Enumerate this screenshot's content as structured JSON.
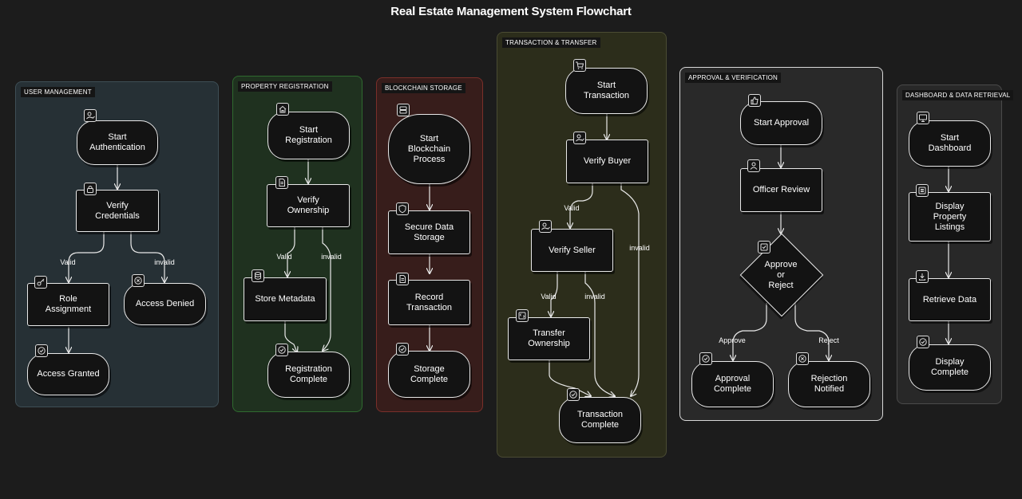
{
  "title": "Real Estate Management System Flowchart",
  "colors": {
    "background": "#1c1c1c",
    "user_management": "#283338",
    "property_registration": "#1f3320",
    "blockchain_storage": "#3a1e1c",
    "transaction_transfer": "#2e2f1c",
    "approval_verification": "#2a2a2a",
    "dashboard": "#2a2a2a"
  },
  "groups": {
    "user": "USER MANAGEMENT",
    "property": "PROPERTY REGISTRATION",
    "blockchain": "BLOCKCHAIN STORAGE",
    "transaction": "TRANSACTION & TRANSFER",
    "approval": "APPROVAL & VERIFICATION",
    "dashboard": "DASHBOARD & DATA RETRIEVAL"
  },
  "nodes": {
    "start_auth": "Start\nAuthentication",
    "verify_credentials": "Verify\nCredentials",
    "role_assignment": "Role\nAssignment",
    "access_denied": "Access Denied",
    "access_granted": "Access Granted",
    "start_registration": "Start\nRegistration",
    "verify_ownership": "Verify\nOwnership",
    "store_metadata": "Store Metadata",
    "registration_complete": "Registration\nComplete",
    "start_blockchain": "Start\nBlockchain\nProcess",
    "secure_storage": "Secure Data\nStorage",
    "record_transaction": "Record\nTransaction",
    "storage_complete": "Storage\nComplete",
    "start_transaction": "Start\nTransaction",
    "verify_buyer": "Verify Buyer",
    "verify_seller": "Verify Seller",
    "transfer_ownership": "Transfer\nOwnership",
    "transaction_complete": "Transaction\nComplete",
    "start_approval": "Start Approval",
    "officer_review": "Officer Review",
    "approve_reject": "Approve\nor\nReject",
    "approval_complete": "Approval\nComplete",
    "rejection_notified": "Rejection\nNotified",
    "start_dashboard": "Start\nDashboard",
    "display_listings": "Display\nProperty\nListings",
    "retrieve_data": "Retrieve Data",
    "display_complete": "Display\nComplete"
  },
  "edge_labels": {
    "valid": "Valid",
    "invalid": "invalid",
    "approve": "Approve",
    "reject": "Reject"
  },
  "icons": {
    "start_auth": "user-check-icon",
    "verify_credentials": "lock-icon",
    "role_assignment": "key-icon",
    "access_denied": "x-circle-icon",
    "access_granted": "check-circle-icon",
    "start_registration": "home-icon",
    "verify_ownership": "document-icon",
    "store_metadata": "database-icon",
    "registration_complete": "check-circle-icon",
    "start_blockchain": "server-icon",
    "secure_storage": "shield-icon",
    "record_transaction": "document-icon",
    "storage_complete": "check-circle-icon",
    "start_transaction": "cart-icon",
    "verify_buyer": "user-check-icon",
    "verify_seller": "user-check-icon",
    "transfer_ownership": "exchange-icon",
    "transaction_complete": "check-circle-icon",
    "start_approval": "thumbs-up-icon",
    "officer_review": "user-icon",
    "approve_reject": "check-square-icon",
    "approval_complete": "check-circle-icon",
    "rejection_notified": "x-circle-icon",
    "start_dashboard": "monitor-icon",
    "display_listings": "list-icon",
    "retrieve_data": "download-icon",
    "display_complete": "check-circle-icon"
  }
}
